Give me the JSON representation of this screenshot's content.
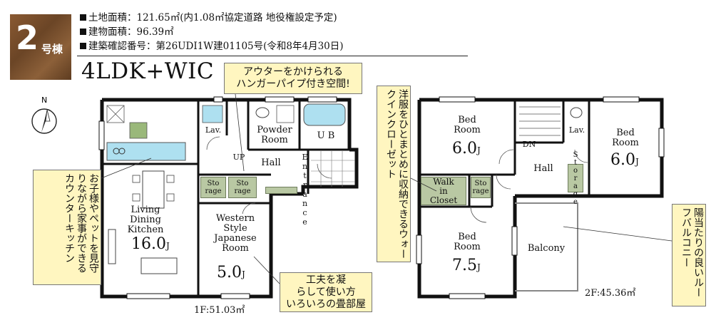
{
  "badge": {
    "number": "2",
    "suffix": "号棟"
  },
  "specs": [
    "土地面積：121.65㎡(内1.08㎡協定道路 地役権設定予定)",
    "建物面積：96.39㎡",
    "建築確認番号：第26UDI1W建01105号(令和8年4月30日)"
  ],
  "type_title": "4LDK+WIC",
  "compass_label": "N",
  "callouts": {
    "hanger_line1": "アウターをかけられる",
    "hanger_line2": "ハンガーパイプ付き空間!",
    "kitchen": "お子様やペットを見守りながら家事ができるカウンターキッチン",
    "tatami_line1": "工夫を凝",
    "tatami_line2": "らして使い方",
    "tatami_line3": "いろいろの畳部屋",
    "wic": "洋服をひとまとめに収納できるウォークインクローゼット",
    "balcony": "陽当たりの良いルーフバルコニー"
  },
  "floor1": {
    "ldk_line1": "Living",
    "ldk_line2": "Dining",
    "ldk_line3": "Kitchen",
    "ldk_size": "16.0",
    "lav": "Lav.",
    "powder_line1": "Powder",
    "powder_line2": "Room",
    "ub": "U B",
    "up": "UP",
    "hall": "Hall",
    "entrance": "Entrance",
    "storage1_line1": "Sto",
    "storage1_line2": "rage",
    "storage2_line1": "Sto",
    "storage2_line2": "rage",
    "western_line1": "Western",
    "western_line2": "Style",
    "western_line3": "Japanese",
    "western_line4": "Room",
    "western_size": "5.0",
    "area": "1F:51.03㎡"
  },
  "floor2": {
    "bed1_line1": "Bed",
    "bed1_line2": "Room",
    "bed1_size": "6.0",
    "bed2_line1": "Bed",
    "bed2_line2": "Room",
    "bed2_size": "6.0",
    "bed3_line1": "Bed",
    "bed3_line2": "Room",
    "bed3_size": "7.5",
    "dn": "DN",
    "hall": "Hall",
    "lav": "Lav.",
    "wic_line1": "Walk",
    "wic_line2": "in",
    "wic_line3": "Closet",
    "storage1_line1": "Sto",
    "storage1_line2": "rage",
    "storage2": "Storage",
    "balcony": "Balcony",
    "area": "2F:45.36㎡"
  },
  "size_unit": "J"
}
